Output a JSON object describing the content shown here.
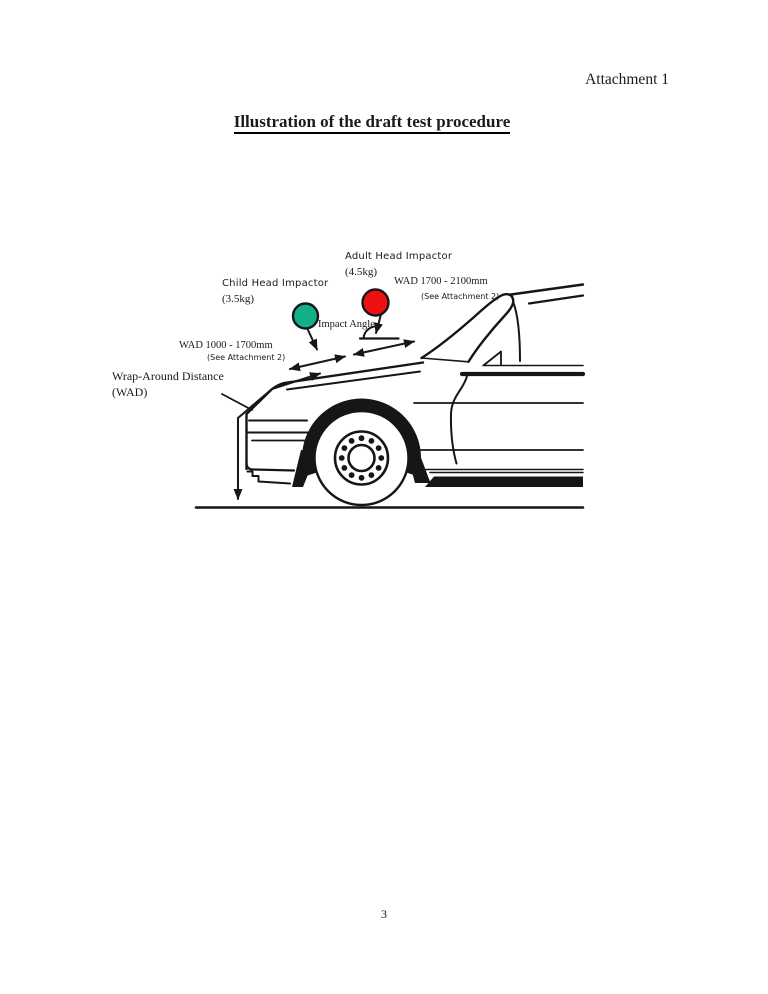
{
  "page": {
    "attachment_label": "Attachment 1",
    "title": "Illustration of the draft test procedure",
    "page_number": "3"
  },
  "diagram": {
    "adult_impactor": {
      "label": "Adult Head Impactor",
      "mass": "(4.5kg)",
      "color": "#ee1111"
    },
    "child_impactor": {
      "label": "Child Head Impactor",
      "mass": "(3.5kg)",
      "color": "#12b088"
    },
    "wad_upper": {
      "range": "WAD 1700 - 2100mm",
      "note": "(See Attachment 2)"
    },
    "wad_lower": {
      "range": "WAD 1000 - 1700mm",
      "note": "(See Attachment 2)"
    },
    "impact_angle_label": "Impact Angle",
    "wrap_around_distance": {
      "line1": "Wrap-Around Distance",
      "line2": "(WAD)"
    }
  }
}
